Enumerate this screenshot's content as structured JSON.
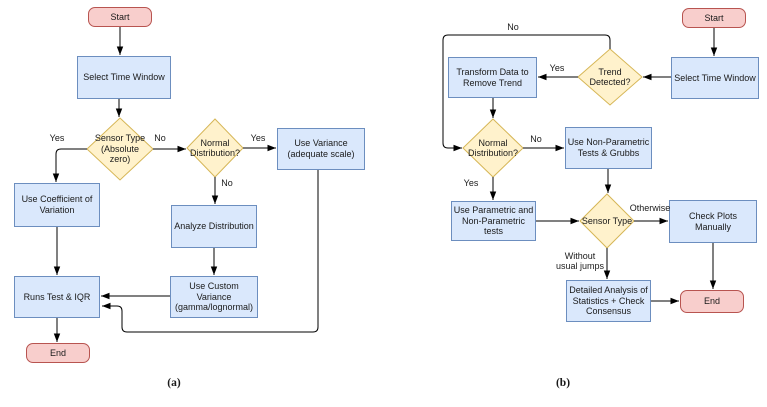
{
  "figure": {
    "caption_a": "(a)",
    "caption_b": "(b)"
  },
  "colors": {
    "terminal_fill": "#f8cecc",
    "terminal_stroke": "#b85450",
    "process_fill": "#dae8fc",
    "process_stroke": "#6c8ebf",
    "decision_fill": "#fff2cc",
    "decision_stroke": "#d6b656",
    "edge_color": "#000000",
    "text_color": "#1a1a1a"
  },
  "flowchart_a": {
    "nodes": {
      "start": "Start",
      "select_time_window": "Select Time Window",
      "sensor_type": "Sensor Type (Absolute zero)",
      "normal_distribution": "Normal Distribution?",
      "use_variance": "Use Variance (adequate scale)",
      "use_coefficient": "Use Coefficient of Variation",
      "analyze_distribution": "Analyze Distribution",
      "use_custom_variance": "Use Custom Variance (gamma/lognormal)",
      "runs_test_iqr": "Runs Test & IQR",
      "end": "End"
    },
    "edge_labels": {
      "sensor_yes": "Yes",
      "sensor_no": "No",
      "normal_yes": "Yes",
      "normal_no": "No"
    }
  },
  "flowchart_b": {
    "nodes": {
      "start": "Start",
      "select_time_window": "Select Time Window",
      "trend_detected": "Trend Detected?",
      "transform_data": "Transform Data to Remove Trend",
      "normal_distribution": "Normal Distribution?",
      "use_non_parametric": "Use Non-Parametric Tests & Grubbs",
      "use_parametric": "Use Parametric and Non-Parametric tests",
      "sensor_type": "Sensor Type",
      "check_plots": "Check Plots Manually",
      "detailed_analysis": "Detailed Analysis of Statistics + Check Consensus",
      "end": "End"
    },
    "edge_labels": {
      "trend_no": "No",
      "trend_yes": "Yes",
      "normal_no": "No",
      "normal_yes": "Yes",
      "sensor_otherwise": "Otherwise",
      "sensor_without_jumps": "Without usual jumps"
    }
  }
}
